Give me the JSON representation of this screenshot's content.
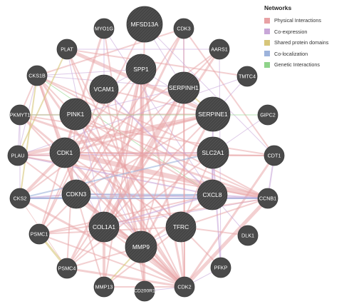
{
  "legend": {
    "title": "Networks",
    "items": [
      {
        "key": "physical",
        "label": "Physical Interactions",
        "color": "#e8a1a4"
      },
      {
        "key": "coexpression",
        "label": "Co-expression",
        "color": "#c8a7d8"
      },
      {
        "key": "shared",
        "label": "Shared protein domains",
        "color": "#d7c67a"
      },
      {
        "key": "colocalization",
        "label": "Co-localization",
        "color": "#9db3db"
      },
      {
        "key": "genetic",
        "label": "Genetic Interactions",
        "color": "#8fd38a"
      }
    ]
  },
  "nodes": [
    {
      "id": "MFSD13A",
      "label": "MFSD13A",
      "query": true
    },
    {
      "id": "MYO1G",
      "label": "MYO1G",
      "query": false
    },
    {
      "id": "CDK3",
      "label": "CDK3",
      "query": false
    },
    {
      "id": "PLAT",
      "label": "PLAT",
      "query": false
    },
    {
      "id": "AARS1",
      "label": "AARS1",
      "query": false
    },
    {
      "id": "SPP1",
      "label": "SPP1",
      "query": true
    },
    {
      "id": "VCAM1",
      "label": "VCAM1",
      "query": true
    },
    {
      "id": "SERPINH1",
      "label": "SERPINH1",
      "query": true
    },
    {
      "id": "CKS1B",
      "label": "CKS1B",
      "query": false
    },
    {
      "id": "TMTC4",
      "label": "TMTC4",
      "query": false
    },
    {
      "id": "PINK1",
      "label": "PINK1",
      "query": true
    },
    {
      "id": "SERPINE1",
      "label": "SERPINE1",
      "query": true
    },
    {
      "id": "PKMYT1",
      "label": "PKMYT1",
      "query": false
    },
    {
      "id": "GIPC2",
      "label": "GIPC2",
      "query": false
    },
    {
      "id": "CDK1",
      "label": "CDK1",
      "query": true
    },
    {
      "id": "SLC2A1",
      "label": "SLC2A1",
      "query": true
    },
    {
      "id": "PLAU",
      "label": "PLAU",
      "query": false
    },
    {
      "id": "CDT1",
      "label": "CDT1",
      "query": false
    },
    {
      "id": "CDKN3",
      "label": "CDKN3",
      "query": true
    },
    {
      "id": "CXCL8",
      "label": "CXCL8",
      "query": true
    },
    {
      "id": "CKS2",
      "label": "CKS2",
      "query": false
    },
    {
      "id": "CCNB1",
      "label": "CCNB1",
      "query": false
    },
    {
      "id": "COL1A1",
      "label": "COL1A1",
      "query": true
    },
    {
      "id": "TFRC",
      "label": "TFRC",
      "query": true
    },
    {
      "id": "PSMC1",
      "label": "PSMC1",
      "query": false
    },
    {
      "id": "MMP9",
      "label": "MMP9",
      "query": true
    },
    {
      "id": "DLK1",
      "label": "DLK1",
      "query": false
    },
    {
      "id": "PSMC4",
      "label": "PSMC4",
      "query": false
    },
    {
      "id": "PFKP",
      "label": "PFKP",
      "query": false
    },
    {
      "id": "MMP13",
      "label": "MMP13",
      "query": false
    },
    {
      "id": "CDK2",
      "label": "CDK2",
      "query": false
    },
    {
      "id": "CD200R1",
      "label": "CD200R1",
      "query": false
    }
  ],
  "edges": [
    {
      "a": "CKS1B",
      "b": "CDK1",
      "type": "physical",
      "w": 4
    },
    {
      "a": "CKS1B",
      "b": "CDK2",
      "type": "physical",
      "w": 3
    },
    {
      "a": "CKS1B",
      "b": "CDKN3",
      "type": "physical",
      "w": 2
    },
    {
      "a": "CKS1B",
      "b": "CKS2",
      "type": "shared",
      "w": 2
    },
    {
      "a": "CKS1B",
      "b": "CDK3",
      "type": "physical",
      "w": 2
    },
    {
      "a": "CKS1B",
      "b": "CCNB1",
      "type": "physical",
      "w": 2
    },
    {
      "a": "CKS1B",
      "b": "PKMYT1",
      "type": "physical",
      "w": 2
    },
    {
      "a": "CKS1B",
      "b": "SLC2A1",
      "type": "physical",
      "w": 2
    },
    {
      "a": "CKS1B",
      "b": "SPP1",
      "type": "coexpression",
      "w": 1
    },
    {
      "a": "CKS1B",
      "b": "SERPINH1",
      "type": "coexpression",
      "w": 1
    },
    {
      "a": "CKS1B",
      "b": "TFRC",
      "type": "physical",
      "w": 2
    },
    {
      "a": "CKS1B",
      "b": "CXCL8",
      "type": "genetic",
      "w": 1
    },
    {
      "a": "CKS1B",
      "b": "PLAU",
      "type": "coexpression",
      "w": 1
    },
    {
      "a": "CKS2",
      "b": "CDK1",
      "type": "physical",
      "w": 4
    },
    {
      "a": "CKS2",
      "b": "CDK2",
      "type": "physical",
      "w": 3
    },
    {
      "a": "CKS2",
      "b": "CCNB1",
      "type": "coexpression",
      "w": 2
    },
    {
      "a": "CKS2",
      "b": "CXCL8",
      "type": "colocalization",
      "w": 2
    },
    {
      "a": "CKS2",
      "b": "CDKN3",
      "type": "coexpression",
      "w": 2
    },
    {
      "a": "CKS2",
      "b": "PSMC4",
      "type": "physical",
      "w": 1
    },
    {
      "a": "CDK1",
      "b": "CCNB1",
      "type": "physical",
      "w": 7
    },
    {
      "a": "CDK1",
      "b": "CDKN3",
      "type": "physical",
      "w": 5
    },
    {
      "a": "CDK1",
      "b": "PKMYT1",
      "type": "physical",
      "w": 3
    },
    {
      "a": "CDK1",
      "b": "CDK2",
      "type": "physical",
      "w": 4
    },
    {
      "a": "CDK1",
      "b": "PLAU",
      "type": "physical",
      "w": 2
    },
    {
      "a": "CDK1",
      "b": "CDT1",
      "type": "physical",
      "w": 2
    },
    {
      "a": "CDK1",
      "b": "SPP1",
      "type": "physical",
      "w": 2
    },
    {
      "a": "CDK1",
      "b": "SERPINE1",
      "type": "physical",
      "w": 3
    },
    {
      "a": "CDK1",
      "b": "SLC2A1",
      "type": "physical",
      "w": 2
    },
    {
      "a": "CDK1",
      "b": "COL1A1",
      "type": "coexpression",
      "w": 1
    },
    {
      "a": "CDK1",
      "b": "TFRC",
      "type": "physical",
      "w": 2
    },
    {
      "a": "CDK1",
      "b": "MYO1G",
      "type": "physical",
      "w": 3
    },
    {
      "a": "CDKN3",
      "b": "CDK2",
      "type": "physical",
      "w": 5
    },
    {
      "a": "CDKN3",
      "b": "CCNB1",
      "type": "coexpression",
      "w": 2
    },
    {
      "a": "CDKN3",
      "b": "CXCL8",
      "type": "colocalization",
      "w": 2
    },
    {
      "a": "CDKN3",
      "b": "SPP1",
      "type": "physical",
      "w": 2
    },
    {
      "a": "CDKN3",
      "b": "MMP9",
      "type": "physical",
      "w": 2
    },
    {
      "a": "CDKN3",
      "b": "SERPINE1",
      "type": "physical",
      "w": 2
    },
    {
      "a": "CDKN3",
      "b": "MMP13",
      "type": "physical",
      "w": 2
    },
    {
      "a": "CDK2",
      "b": "CCNB1",
      "type": "physical",
      "w": 5
    },
    {
      "a": "CDK2",
      "b": "CDT1",
      "type": "physical",
      "w": 3
    },
    {
      "a": "CDK2",
      "b": "PKMYT1",
      "type": "physical",
      "w": 2
    },
    {
      "a": "CDK2",
      "b": "MMP9",
      "type": "physical",
      "w": 3
    },
    {
      "a": "CDK2",
      "b": "CDK3",
      "type": "physical",
      "w": 2
    },
    {
      "a": "CDK2",
      "b": "SPP1",
      "type": "physical",
      "w": 3
    },
    {
      "a": "CDK2",
      "b": "PSMC1",
      "type": "physical",
      "w": 2
    },
    {
      "a": "CDK2",
      "b": "TFRC",
      "type": "physical",
      "w": 2
    },
    {
      "a": "CDK2",
      "b": "COL1A1",
      "type": "physical",
      "w": 2
    },
    {
      "a": "CDK2",
      "b": "PLAT",
      "type": "physical",
      "w": 2
    },
    {
      "a": "CDK2",
      "b": "SERPINH1",
      "type": "physical",
      "w": 2
    },
    {
      "a": "CDK3",
      "b": "CDT1",
      "type": "physical",
      "w": 2
    },
    {
      "a": "CDK3",
      "b": "CDKN3",
      "type": "physical",
      "w": 2
    },
    {
      "a": "CDK3",
      "b": "PSMC4",
      "type": "physical",
      "w": 3
    },
    {
      "a": "CDK3",
      "b": "SERPINH1",
      "type": "coexpression",
      "w": 1
    },
    {
      "a": "MFSD13A",
      "b": "MMP9",
      "type": "physical",
      "w": 2
    },
    {
      "a": "MFSD13A",
      "b": "SERPINH1",
      "type": "coexpression",
      "w": 1
    },
    {
      "a": "MFSD13A",
      "b": "CDT1",
      "type": "coexpression",
      "w": 1
    },
    {
      "a": "MFSD13A",
      "b": "PSMC1",
      "type": "physical",
      "w": 2
    },
    {
      "a": "MYO1G",
      "b": "CXCL8",
      "type": "coexpression",
      "w": 1
    },
    {
      "a": "MYO1G",
      "b": "CD200R1",
      "type": "physical",
      "w": 2
    },
    {
      "a": "MYO1G",
      "b": "VCAM1",
      "type": "coexpression",
      "w": 1
    },
    {
      "a": "PLAT",
      "b": "PLAU",
      "type": "shared",
      "w": 2
    },
    {
      "a": "PLAT",
      "b": "SERPINE1",
      "type": "physical",
      "w": 5
    },
    {
      "a": "PLAT",
      "b": "MMP9",
      "type": "physical",
      "w": 2
    },
    {
      "a": "PLAT",
      "b": "COL1A1",
      "type": "coexpression",
      "w": 1
    },
    {
      "a": "PLAT",
      "b": "TMTC4",
      "type": "physical",
      "w": 2
    },
    {
      "a": "PLAU",
      "b": "SERPINE1",
      "type": "physical",
      "w": 5
    },
    {
      "a": "PLAU",
      "b": "MMP9",
      "type": "physical",
      "w": 2
    },
    {
      "a": "PLAU",
      "b": "CXCL8",
      "type": "coexpression",
      "w": 2
    },
    {
      "a": "PLAU",
      "b": "SLC2A1",
      "type": "coexpression",
      "w": 1
    },
    {
      "a": "PLAU",
      "b": "CCNB1",
      "type": "physical",
      "w": 2
    },
    {
      "a": "SPP1",
      "b": "MMP9",
      "type": "physical",
      "w": 3
    },
    {
      "a": "SPP1",
      "b": "COL1A1",
      "type": "physical",
      "w": 4
    },
    {
      "a": "SPP1",
      "b": "MMP13",
      "type": "physical",
      "w": 2
    },
    {
      "a": "SPP1",
      "b": "CD200R1",
      "type": "physical",
      "w": 3
    },
    {
      "a": "SPP1",
      "b": "SERPINE1",
      "type": "coexpression",
      "w": 1
    },
    {
      "a": "SPP1",
      "b": "VCAM1",
      "type": "coexpression",
      "w": 1
    },
    {
      "a": "VCAM1",
      "b": "MMP9",
      "type": "physical",
      "w": 2
    },
    {
      "a": "VCAM1",
      "b": "CXCL8",
      "type": "coexpression",
      "w": 2
    },
    {
      "a": "VCAM1",
      "b": "SERPINE1",
      "type": "physical",
      "w": 2
    },
    {
      "a": "VCAM1",
      "b": "PSMC1",
      "type": "physical",
      "w": 2
    },
    {
      "a": "SERPINH1",
      "b": "COL1A1",
      "type": "physical",
      "w": 6
    },
    {
      "a": "SERPINH1",
      "b": "MMP9",
      "type": "physical",
      "w": 2
    },
    {
      "a": "SERPINH1",
      "b": "SERPINE1",
      "type": "shared",
      "w": 2
    },
    {
      "a": "SERPINH1",
      "b": "PSMC4",
      "type": "physical",
      "w": 2
    },
    {
      "a": "SERPINE1",
      "b": "MMP9",
      "type": "physical",
      "w": 3
    },
    {
      "a": "SERPINE1",
      "b": "COL1A1",
      "type": "physical",
      "w": 2
    },
    {
      "a": "SERPINE1",
      "b": "CXCL8",
      "type": "coexpression",
      "w": 2
    },
    {
      "a": "SERPINE1",
      "b": "TMTC4",
      "type": "coexpression",
      "w": 1
    },
    {
      "a": "SERPINE1",
      "b": "PKMYT1",
      "type": "physical",
      "w": 2
    },
    {
      "a": "AARS1",
      "b": "PSMC1",
      "type": "physical",
      "w": 2
    },
    {
      "a": "AARS1",
      "b": "PFKP",
      "type": "coexpression",
      "w": 1
    },
    {
      "a": "AARS1",
      "b": "COL1A1",
      "type": "physical",
      "w": 3
    },
    {
      "a": "AARS1",
      "b": "CKS2",
      "type": "physical",
      "w": 2
    },
    {
      "a": "AARS1",
      "b": "PLAT",
      "type": "coexpression",
      "w": 1
    },
    {
      "a": "TMTC4",
      "b": "PLAU",
      "type": "coexpression",
      "w": 1
    },
    {
      "a": "GIPC2",
      "b": "SLC2A1",
      "type": "coexpression",
      "w": 1
    },
    {
      "a": "GIPC2",
      "b": "PKMYT1",
      "type": "genetic",
      "w": 1
    },
    {
      "a": "SLC2A1",
      "b": "CXCL8",
      "type": "coexpression",
      "w": 2
    },
    {
      "a": "SLC2A1",
      "b": "PFKP",
      "type": "coexpression",
      "w": 2
    },
    {
      "a": "SLC2A1",
      "b": "TFRC",
      "type": "physical",
      "w": 2
    },
    {
      "a": "SLC2A1",
      "b": "PSMC4",
      "type": "physical",
      "w": 2
    },
    {
      "a": "SLC2A1",
      "b": "CKS2",
      "type": "colocalization",
      "w": 2
    },
    {
      "a": "CDT1",
      "b": "CCNB1",
      "type": "coexpression",
      "w": 2
    },
    {
      "a": "CDT1",
      "b": "PKMYT1",
      "type": "physical",
      "w": 2
    },
    {
      "a": "CDT1",
      "b": "PLAU",
      "type": "physical",
      "w": 2
    },
    {
      "a": "CXCL8",
      "b": "MMP9",
      "type": "physical",
      "w": 3
    },
    {
      "a": "CXCL8",
      "b": "CCNB1",
      "type": "coexpression",
      "w": 2
    },
    {
      "a": "CXCL8",
      "b": "PINK1",
      "type": "physical",
      "w": 2
    },
    {
      "a": "CXCL8",
      "b": "COL1A1",
      "type": "coexpression",
      "w": 2
    },
    {
      "a": "CXCL8",
      "b": "PSMC1",
      "type": "physical",
      "w": 2
    },
    {
      "a": "CCNB1",
      "b": "PKMYT1",
      "type": "physical",
      "w": 3
    },
    {
      "a": "CCNB1",
      "b": "CKS2",
      "type": "colocalization",
      "w": 2
    },
    {
      "a": "CCNB1",
      "b": "PINK1",
      "type": "physical",
      "w": 2
    },
    {
      "a": "CCNB1",
      "b": "COL1A1",
      "type": "coexpression",
      "w": 1
    },
    {
      "a": "CCNB1",
      "b": "TFRC",
      "type": "physical",
      "w": 2
    },
    {
      "a": "COL1A1",
      "b": "MMP9",
      "type": "physical",
      "w": 3
    },
    {
      "a": "COL1A1",
      "b": "MMP13",
      "type": "physical",
      "w": 4
    },
    {
      "a": "COL1A1",
      "b": "PSMC4",
      "type": "physical",
      "w": 2
    },
    {
      "a": "TFRC",
      "b": "MMP9",
      "type": "coexpression",
      "w": 1
    },
    {
      "a": "TFRC",
      "b": "DLK1",
      "type": "physical",
      "w": 2
    },
    {
      "a": "TFRC",
      "b": "PFKP",
      "type": "physical",
      "w": 2
    },
    {
      "a": "TFRC",
      "b": "PINK1",
      "type": "physical",
      "w": 2
    },
    {
      "a": "TFRC",
      "b": "MMP13",
      "type": "physical",
      "w": 2
    },
    {
      "a": "TFRC",
      "b": "PSMC1",
      "type": "physical",
      "w": 2
    },
    {
      "a": "MMP9",
      "b": "MMP13",
      "type": "shared",
      "w": 2
    },
    {
      "a": "MMP9",
      "b": "PSMC4",
      "type": "physical",
      "w": 2
    },
    {
      "a": "MMP9",
      "b": "CD200R1",
      "type": "physical",
      "w": 2
    },
    {
      "a": "PINK1",
      "b": "PSMC1",
      "type": "physical",
      "w": 2
    },
    {
      "a": "PINK1",
      "b": "PSMC4",
      "type": "physical",
      "w": 2
    },
    {
      "a": "PINK1",
      "b": "SERPINH1",
      "type": "coexpression",
      "w": 1
    },
    {
      "a": "PINK1",
      "b": "CDK2",
      "type": "physical",
      "w": 2
    },
    {
      "a": "PINK1",
      "b": "MMP9",
      "type": "coexpression",
      "w": 1
    },
    {
      "a": "PSMC1",
      "b": "PSMC4",
      "type": "shared",
      "w": 3
    },
    {
      "a": "PSMC1",
      "b": "CCNB1",
      "type": "physical",
      "w": 2
    },
    {
      "a": "PSMC4",
      "b": "CDK2",
      "type": "physical",
      "w": 3
    },
    {
      "a": "PKMYT1",
      "b": "PLAU",
      "type": "coexpression",
      "w": 1
    },
    {
      "a": "PKMYT1",
      "b": "CKS2",
      "type": "coexpression",
      "w": 1
    },
    {
      "a": "PFKP",
      "b": "CDK2",
      "type": "coexpression",
      "w": 1
    },
    {
      "a": "DLK1",
      "b": "CXCL8",
      "type": "coexpression",
      "w": 1
    },
    {
      "a": "MMP13",
      "b": "CDK2",
      "type": "physical",
      "w": 2
    },
    {
      "a": "CD200R1",
      "b": "CDK2",
      "type": "coexpression",
      "w": 1
    }
  ]
}
